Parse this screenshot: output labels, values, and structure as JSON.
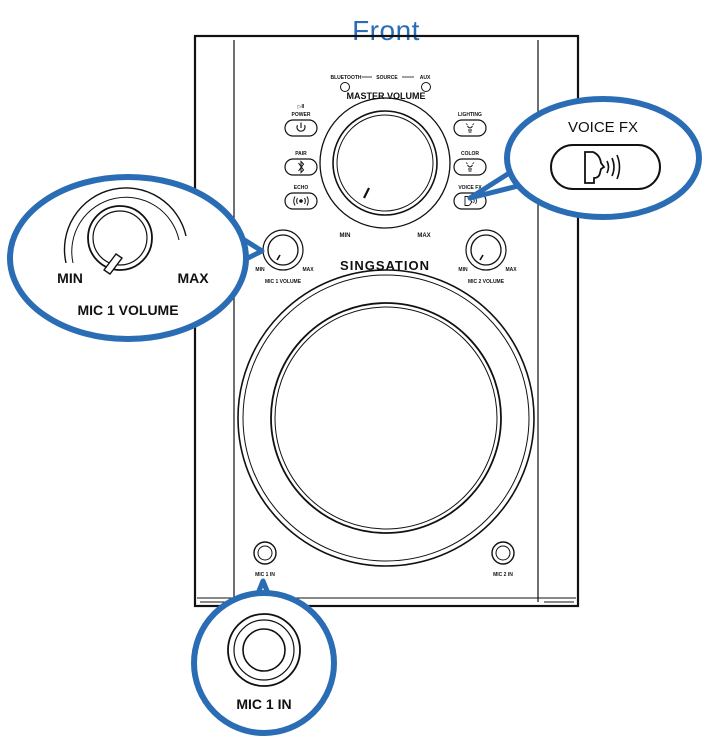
{
  "page": {
    "title": "Front"
  },
  "device": {
    "brand": "SINGSATION",
    "source_row": {
      "left": "BLUETOOTH",
      "middle": "SOURCE",
      "right": "AUX"
    },
    "master": {
      "label": "MASTER VOLUME",
      "min": "MIN",
      "max": "MAX"
    },
    "left_buttons": [
      {
        "label": "POWER",
        "sublabel": "▷II",
        "icon": "power-icon"
      },
      {
        "label": "PAIR",
        "icon": "bluetooth-icon"
      },
      {
        "label": "ECHO",
        "icon": "echo-icon"
      }
    ],
    "right_buttons": [
      {
        "label": "LIGHTING",
        "icon": "bulb-icon"
      },
      {
        "label": "COLOR",
        "icon": "bulb-icon"
      },
      {
        "label": "VOICE FX",
        "icon": "voice-fx-icon"
      }
    ],
    "mic1_knob": {
      "label": "MIC 1 VOLUME",
      "min": "MIN",
      "max": "MAX"
    },
    "mic2_knob": {
      "label": "MIC 2 VOLUME",
      "min": "MIN",
      "max": "MAX"
    },
    "jacks": {
      "left": "MIC 1 IN",
      "right": "MIC 2 IN"
    }
  },
  "callouts": {
    "voice_fx": "VOICE FX",
    "mic1_volume": {
      "label": "MIC 1 VOLUME",
      "min": "MIN",
      "max": "MAX"
    },
    "mic1_in": "MIC 1 IN"
  },
  "colors": {
    "callout": "#2a6db4",
    "ink": "#111111"
  }
}
